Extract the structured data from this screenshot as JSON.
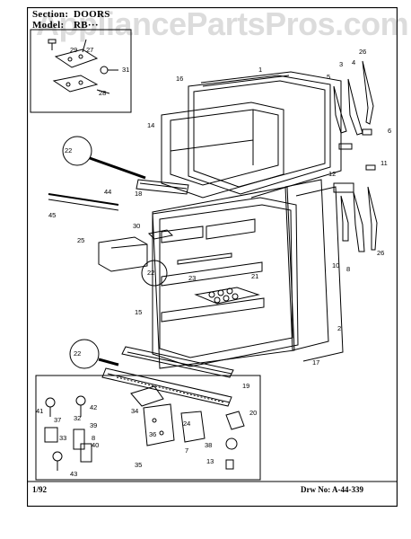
{
  "header": {
    "section_label": "Section:",
    "section_value": "DOORS",
    "model_label": "Model:",
    "model_value": "RB···"
  },
  "watermark": "AppliancePartsPros.com",
  "footer": {
    "date": "1/92",
    "drawing_number": "Drw No: A-44-339"
  },
  "callouts": {
    "c1": "1",
    "c2": "2",
    "c3": "3",
    "c4": "4",
    "c5": "5",
    "c6": "6",
    "c7": "7",
    "c8a": "8",
    "c8b": "8",
    "c10": "10",
    "c11": "11",
    "c12": "12",
    "c13": "13",
    "c14": "14",
    "c15": "15",
    "c16": "16",
    "c17": "17",
    "c18": "18",
    "c19": "19",
    "c20": "20",
    "c21": "21",
    "c22a": "22",
    "c22b": "22",
    "c22c": "22",
    "c23": "23",
    "c24": "24",
    "c25": "25",
    "c26a": "26",
    "c26b": "26",
    "c27": "27",
    "c28": "28",
    "c29": "29",
    "c30": "30",
    "c31": "31",
    "c32": "32",
    "c33": "33",
    "c34": "34",
    "c35": "35",
    "c36": "36",
    "c37": "37",
    "c38": "38",
    "c39": "39",
    "c40": "40",
    "c41": "41",
    "c42": "42",
    "c43": "43",
    "c44": "44",
    "c45": "45"
  },
  "colors": {
    "line": "#000000",
    "paper": "#ffffff",
    "watermark": "#969696"
  }
}
